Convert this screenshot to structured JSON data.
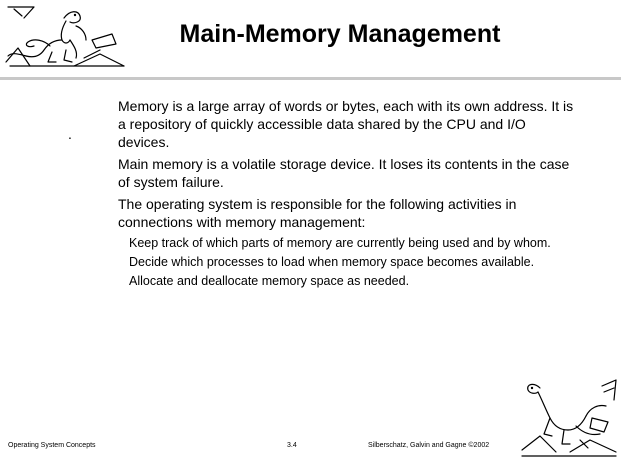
{
  "slide": {
    "title": "Main-Memory Management",
    "stray_mark": "."
  },
  "body": {
    "paragraphs": [
      "Memory is a large array of words or bytes, each with its own address.  It is a repository of quickly accessible data shared by the CPU and I/O devices.",
      "Main memory is a volatile storage device.  It loses its contents in the case of system failure.",
      "The operating system is responsible for the following activities in connections with memory management:"
    ],
    "subitems": [
      "Keep track of which parts of memory are currently being used and by whom.",
      "Decide which processes to load when memory space becomes available.",
      "Allocate and deallocate memory space as needed."
    ]
  },
  "footer": {
    "left": "Operating System Concepts",
    "center": "3.4",
    "right": "Silberschatz, Galvin and  Gagne ©2002"
  },
  "icons": {
    "top_left": "dinosaur-logo-icon",
    "bottom_right": "dinosaur-logo-icon"
  }
}
